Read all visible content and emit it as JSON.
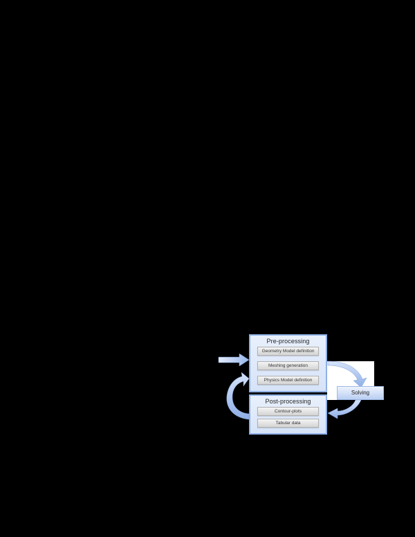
{
  "diagram": {
    "pre_processing": {
      "title": "Pre-processing",
      "steps": [
        "Geometry Model definition",
        "Meshing generation",
        "Physics Model definition"
      ]
    },
    "solving": {
      "label": "Solving"
    },
    "post_processing": {
      "title": "Post-processing",
      "steps": [
        "Contour-plots",
        "Tabular data"
      ]
    },
    "flow": [
      "input -> Pre-processing",
      "Pre-processing -> Solving",
      "Solving -> Post-processing",
      "Post-processing -> Pre-processing"
    ],
    "colors": {
      "background": "#000000",
      "panel_fill": "#dce7f9",
      "panel_border": "#8fb0e6",
      "arrow_fill": "#a9c3ee",
      "step_fill": "#e0e0e0"
    }
  }
}
